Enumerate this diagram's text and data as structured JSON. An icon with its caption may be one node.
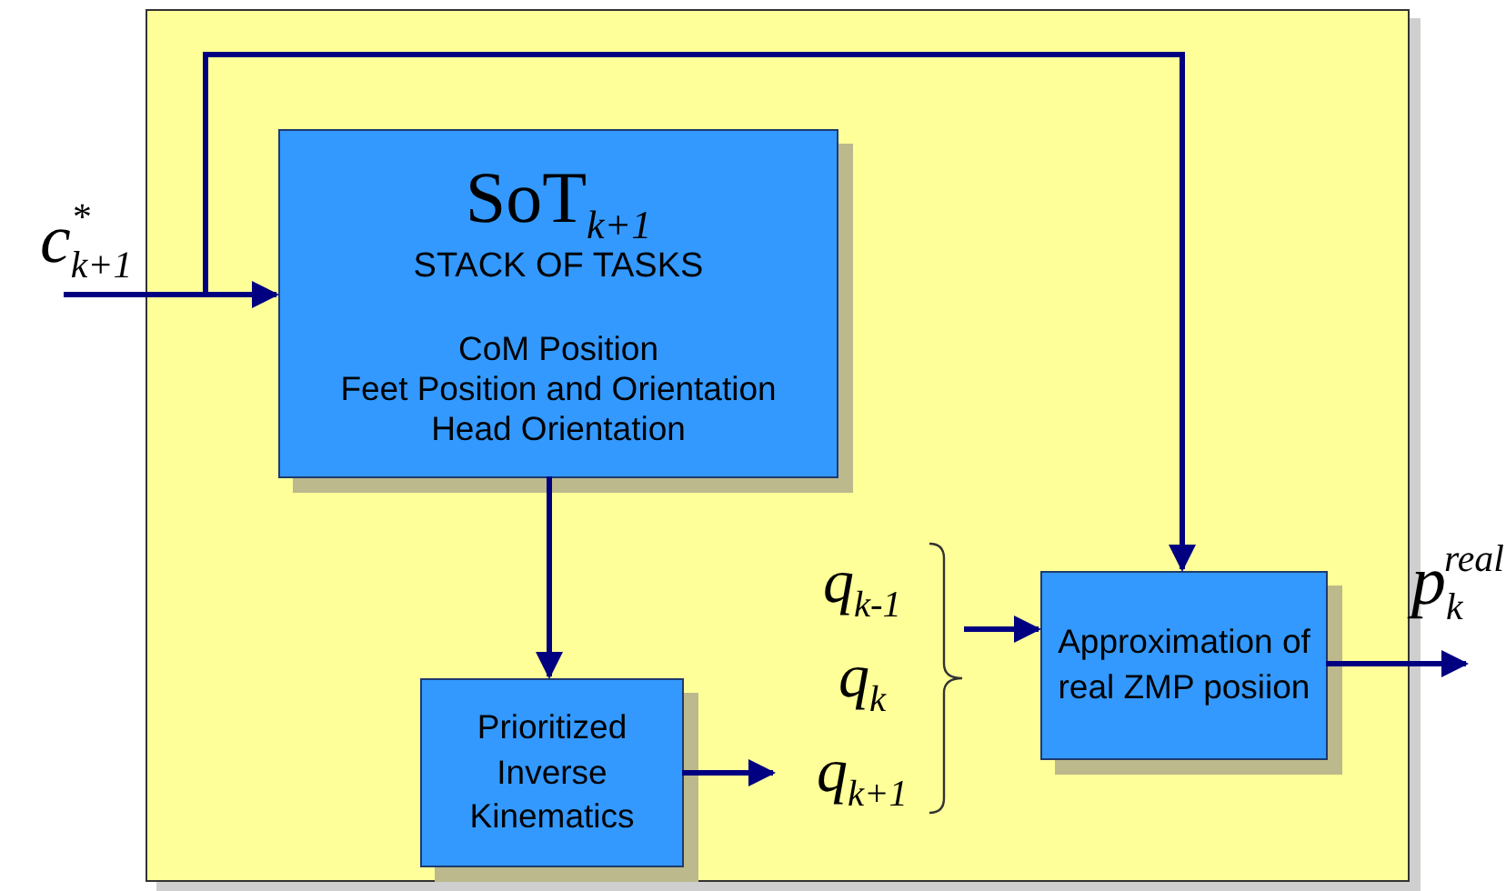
{
  "diagram": {
    "nodes": [
      {
        "text": [],
        "shape": "box"
      },
      {
        "text": [
          "SoT$_{k+1}$",
          "STACK OF TASKS",
          "CoM Position",
          "Feet Position and Orientation",
          "Head Orientation"
        ],
        "in": 0
      },
      {
        "text": [
          "Prioritized Inverse Kinematics"
        ],
        "in": 0
      },
      {
        "text": [
          "Approximation of real ZMP posiion"
        ],
        "in": 0
      },
      {
        "text": [
          "q$_{k-1}$",
          "q$_{k}$",
          "q$_{k+1}$"
        ],
        "in": 0
      },
      {
        "text": [
          "c$_{k+1}$$^{*}$"
        ]
      },
      {
        "text": [
          "p$_{k}$$^{real}$"
        ]
      }
    ],
    "edges": [
      {
        "from": 5,
        "to": 1,
        "arrow": "to"
      },
      {
        "from": 5,
        "to": 3,
        "arrow": "to"
      },
      {
        "from": 1,
        "to": 2,
        "arrow": "to"
      },
      {
        "from": 2,
        "to": 4,
        "arrow": "to"
      },
      {
        "from": 4,
        "to": 3,
        "arrow": "to"
      },
      {
        "from": 3,
        "to": 6,
        "arrow": "to"
      }
    ]
  }
}
